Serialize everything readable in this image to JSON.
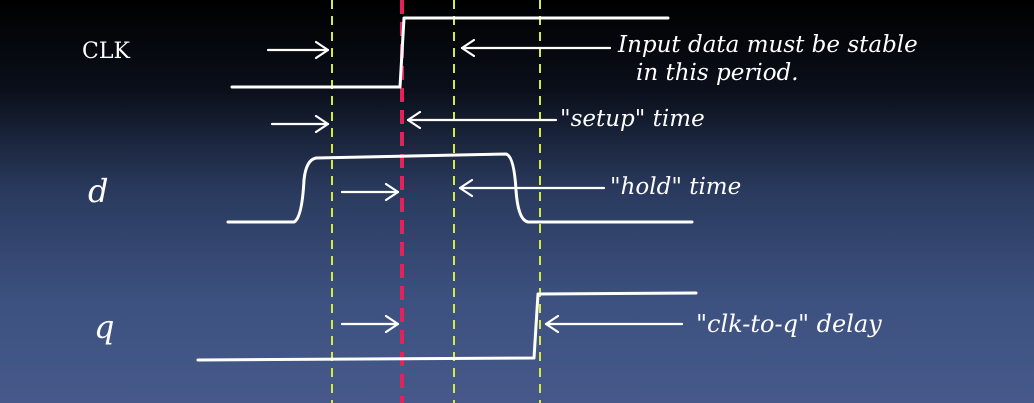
{
  "signals": {
    "clk": "CLK",
    "d": "d",
    "q": "q"
  },
  "annotations": {
    "stable_line1": "Input data must be stable",
    "stable_line2": "in this period.",
    "setup": "\"setup\" time",
    "hold": "\"hold\" time",
    "clk_to_q": "\"clk-to-q\" delay"
  },
  "colors": {
    "trace": "#ffffff",
    "guide_yellow": "#d4e84a",
    "clock_edge_red": "#e0245a"
  }
}
